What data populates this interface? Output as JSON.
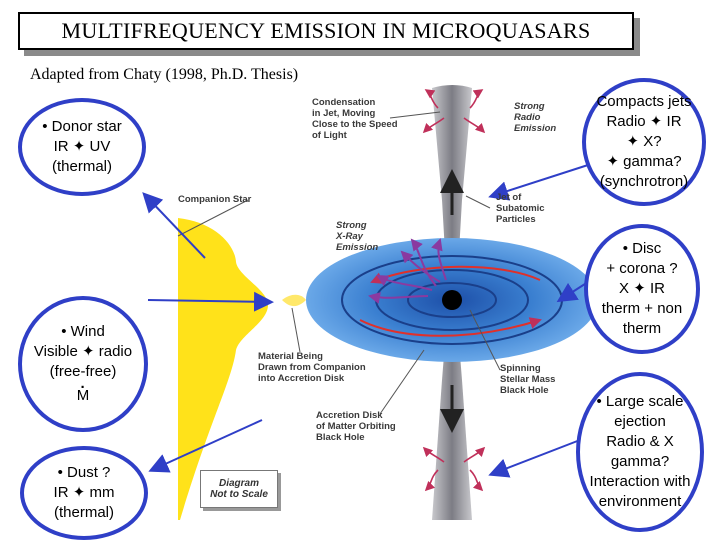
{
  "title": "MULTIFREQUENCY EMISSION IN MICROQUASARS",
  "subtitle": "Adapted from Chaty (1998, Ph.D. Thesis)",
  "bubbles": {
    "donor": [
      "• Donor star",
      "IR ✦ UV",
      "(thermal)"
    ],
    "wind": [
      "• Wind",
      "Visible ✦ radio",
      "(free-free)",
      "M"
    ],
    "dust": [
      "• Dust ?",
      "IR ✦ mm",
      "(thermal)"
    ],
    "jets": [
      "Compacts jets",
      "Radio ✦ IR",
      "✦ X?",
      "✦ gamma?",
      "(synchrotron)"
    ],
    "disc": [
      "• Disc",
      "+ corona ?",
      "X ✦ IR",
      "therm + non",
      "therm"
    ],
    "ejection": [
      "• Large scale",
      "ejection",
      "Radio & X",
      "gamma?",
      "Interaction with",
      "environment"
    ]
  },
  "figure_labels": {
    "condensation": [
      "Condensation",
      "in Jet, Moving",
      "Close to the Speed",
      "of Light"
    ],
    "strong_radio": [
      "Strong",
      "Radio",
      "Emission"
    ],
    "companion": "Companion Star",
    "jet": [
      "Jet of",
      "Subatomic",
      "Particles"
    ],
    "strong_xray": [
      "Strong",
      "X-Ray",
      "Emission"
    ],
    "material": [
      "Material Being",
      "Drawn from Companion",
      "into Accretion Disk"
    ],
    "black_hole": [
      "Spinning",
      "Stellar Mass",
      "Black Hole"
    ],
    "accretion": [
      "Accretion Disk",
      "of Matter Orbiting",
      "Black Hole"
    ],
    "note": [
      "Diagram",
      "Not to Scale"
    ]
  },
  "colors": {
    "bubble_border": "#2f3fc7",
    "arrow_blue": "#2f3fc7",
    "companion_yellow": "#ffe21a",
    "disk_blue": "#3a7fd0",
    "jet_gray": "#9a9aa0",
    "radio_arrows": "#c0305a",
    "xray_arrows": "#8a3aa0"
  }
}
